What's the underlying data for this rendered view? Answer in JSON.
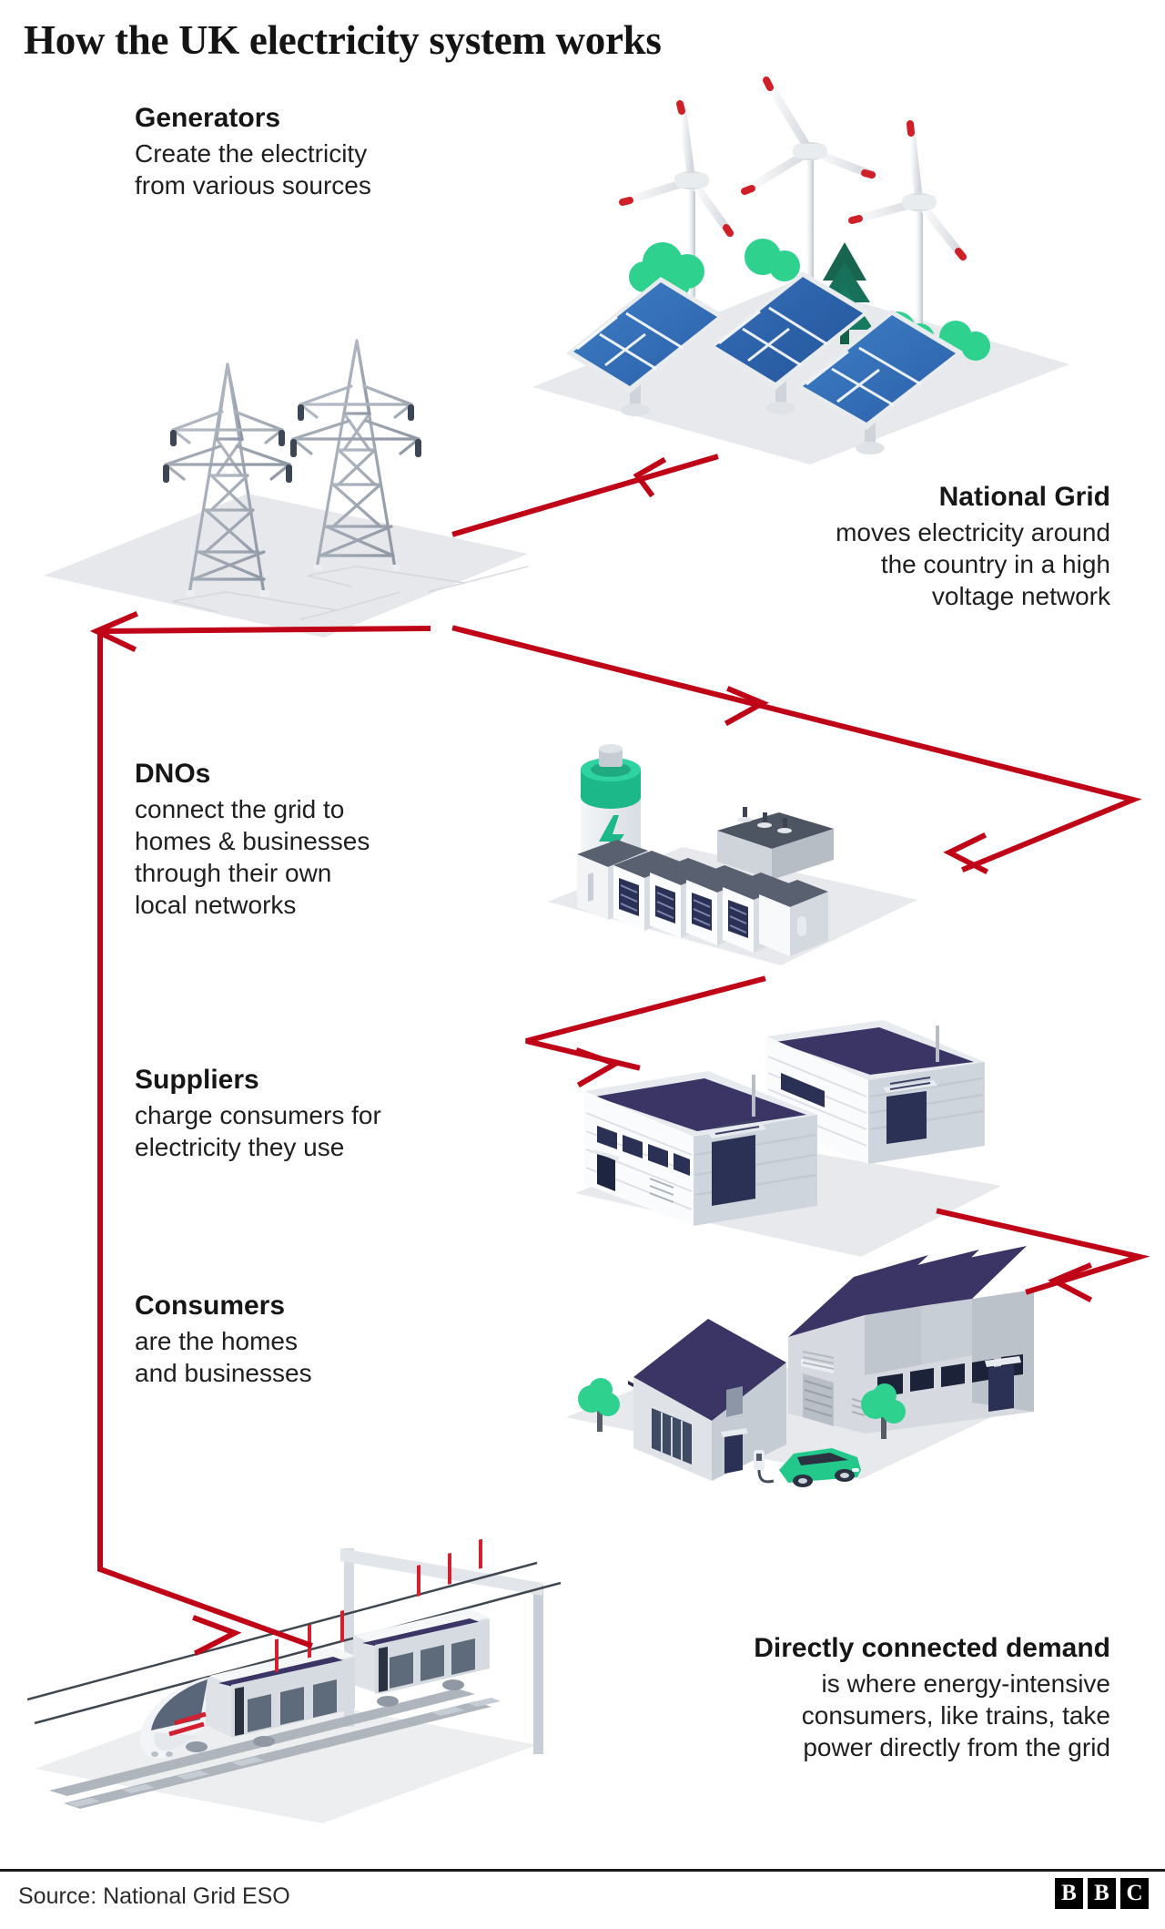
{
  "title": "How the UK electricity system works",
  "footer": {
    "source": "Source: National Grid ESO",
    "logo": [
      "B",
      "B",
      "C"
    ]
  },
  "accent_colors": {
    "arrow_red": "#c00418",
    "solar_blue": "#2f6fb8",
    "roof_navy": "#3b3566",
    "green": "#2fc08a",
    "ground_grey": "#e6e7ea",
    "pylon_grey": "#a9b0bb"
  },
  "blocks": [
    {
      "id": "generators",
      "heading": "Generators",
      "body": "Create the electricity\nfrom various sources",
      "lines": [
        "Create the electricity",
        "from various sources"
      ],
      "align": "left"
    },
    {
      "id": "national_grid",
      "heading": "National Grid",
      "body": "moves electricity around the country in a high voltage network",
      "lines": [
        "moves electricity around",
        "the country in a high",
        "voltage network"
      ],
      "align": "right"
    },
    {
      "id": "dnos",
      "heading": "DNOs",
      "body": "connect the grid to homes & businesses through their own local networks",
      "lines": [
        "connect the grid to",
        "homes & businesses",
        "through their own",
        "local networks"
      ],
      "align": "left"
    },
    {
      "id": "suppliers",
      "heading": "Suppliers",
      "body": "charge consumers for electricity they use",
      "lines": [
        "charge consumers for",
        "electricity they use"
      ],
      "align": "left"
    },
    {
      "id": "consumers",
      "heading": "Consumers",
      "body": "are the homes and businesses",
      "lines": [
        "are the homes",
        "and businesses"
      ],
      "align": "left"
    },
    {
      "id": "direct_demand",
      "heading": "Directly connected demand",
      "body": "is where energy-intensive consumers, like trains, take power directly from the grid",
      "lines": [
        "is where energy-intensive",
        "consumers, like trains, take",
        "power directly from the grid"
      ],
      "align": "right"
    }
  ],
  "illustrations": [
    {
      "id": "generators_art",
      "name": "wind-turbines-and-solar-panels-illustration"
    },
    {
      "id": "grid_art",
      "name": "electricity-pylons-illustration"
    },
    {
      "id": "dno_art",
      "name": "battery-storage-substation-illustration"
    },
    {
      "id": "suppliers_art",
      "name": "warehouse-buildings-illustration"
    },
    {
      "id": "consumers_art",
      "name": "houses-and-electric-car-illustration"
    },
    {
      "id": "demand_art",
      "name": "electric-train-illustration"
    }
  ],
  "flow": {
    "name": "electricity-flow-arrows",
    "steps": [
      "Generators to National Grid",
      "National Grid to DNOs",
      "DNOs to Suppliers",
      "Suppliers to Consumers",
      "National Grid to Directly connected demand"
    ]
  }
}
